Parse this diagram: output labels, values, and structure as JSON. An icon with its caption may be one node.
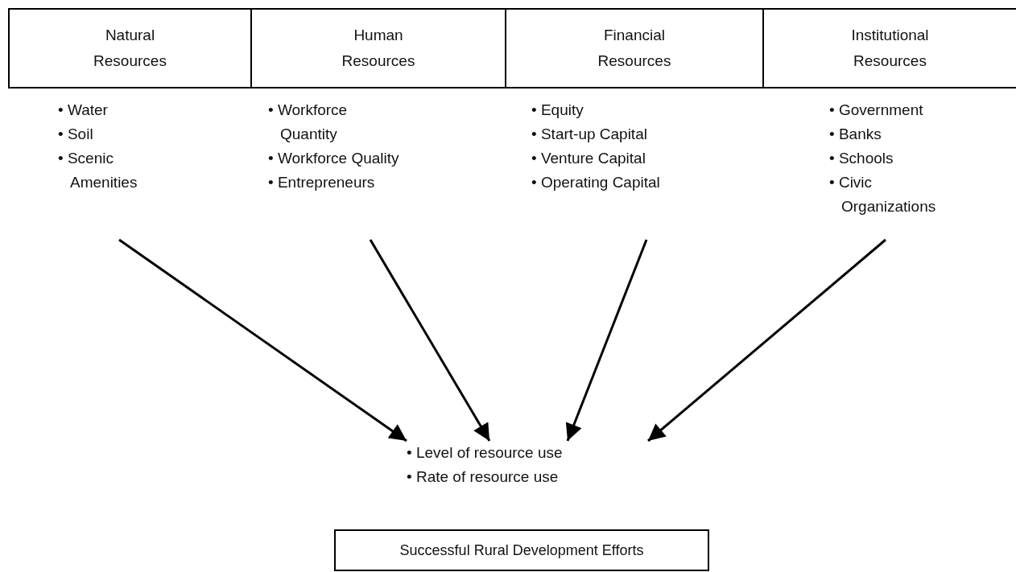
{
  "diagram": {
    "nodes": [
      {
        "text": [
          "Natural Resources"
        ]
      },
      {
        "text": [
          "Human Resources"
        ]
      },
      {
        "text": [
          "Financial Resources"
        ]
      },
      {
        "text": [
          "Institutional Resources"
        ]
      },
      {
        "text": [
          "• Water",
          "• Soil",
          "• Scenic Amenities"
        ]
      },
      {
        "text": [
          "• Workforce Quantity",
          "• Workforce Quality",
          "• Entrepreneurs"
        ]
      },
      {
        "text": [
          "• Equity",
          "• Start-up Capital",
          "• Venture Capital",
          "• Operating Capital"
        ]
      },
      {
        "text": [
          "• Government",
          "• Banks",
          "• Schools",
          "• Civic Organizations"
        ]
      },
      {
        "text": [
          "• Level of resource use",
          "• Rate of resource use"
        ]
      },
      {
        "text": [
          "Successful Rural Development Efforts"
        ]
      }
    ],
    "edges": [
      {
        "from": 4,
        "to": 8,
        "arrow": "to"
      },
      {
        "from": 5,
        "to": 8,
        "arrow": "to"
      },
      {
        "from": 6,
        "to": 8,
        "arrow": "to"
      },
      {
        "from": 7,
        "to": 8,
        "arrow": "to"
      }
    ]
  }
}
